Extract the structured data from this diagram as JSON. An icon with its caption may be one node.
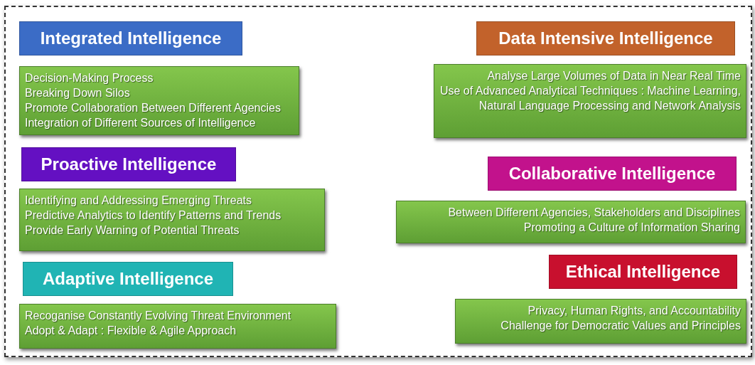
{
  "diagram": {
    "nodes": [
      {
        "text": [
          "Integrated Intelligence"
        ]
      },
      {
        "text": [
          "Decision-Making Process",
          "Breaking Down Silos",
          "Promote Collaboration Between Different Agencies",
          "Integration of Different Sources of Intelligence"
        ]
      },
      {
        "text": [
          "Proactive Intelligence"
        ]
      },
      {
        "text": [
          "Identifying and Addressing Emerging Threats",
          "Predictive Analytics to Identify Patterns and Trends",
          "Provide Early Warning of Potential Threats"
        ]
      },
      {
        "text": [
          "Adaptive Intelligence"
        ]
      },
      {
        "text": [
          "Recoganise Constantly Evolving Threat Environment",
          "Adopt & Adapt : Flexible & Agile Approach"
        ]
      },
      {
        "text": [
          "Data Intensive Intelligence"
        ]
      },
      {
        "text": [
          "Analyse Large Volumes of Data in Near Real Time",
          "Use of Advanced Analytical Techniques : Machine Learning, Natural Language Processing and Network Analysis"
        ]
      },
      {
        "text": [
          "Collaborative Intelligence"
        ]
      },
      {
        "text": [
          "Between Different Agencies, Stakeholders and Disciplines",
          "Promoting a Culture of Information Sharing"
        ]
      },
      {
        "text": [
          "Ethical Intelligence"
        ]
      },
      {
        "text": [
          "Privacy, Human Rights, and Accountability",
          "Challenge for Democratic Values and Principles"
        ]
      }
    ]
  }
}
